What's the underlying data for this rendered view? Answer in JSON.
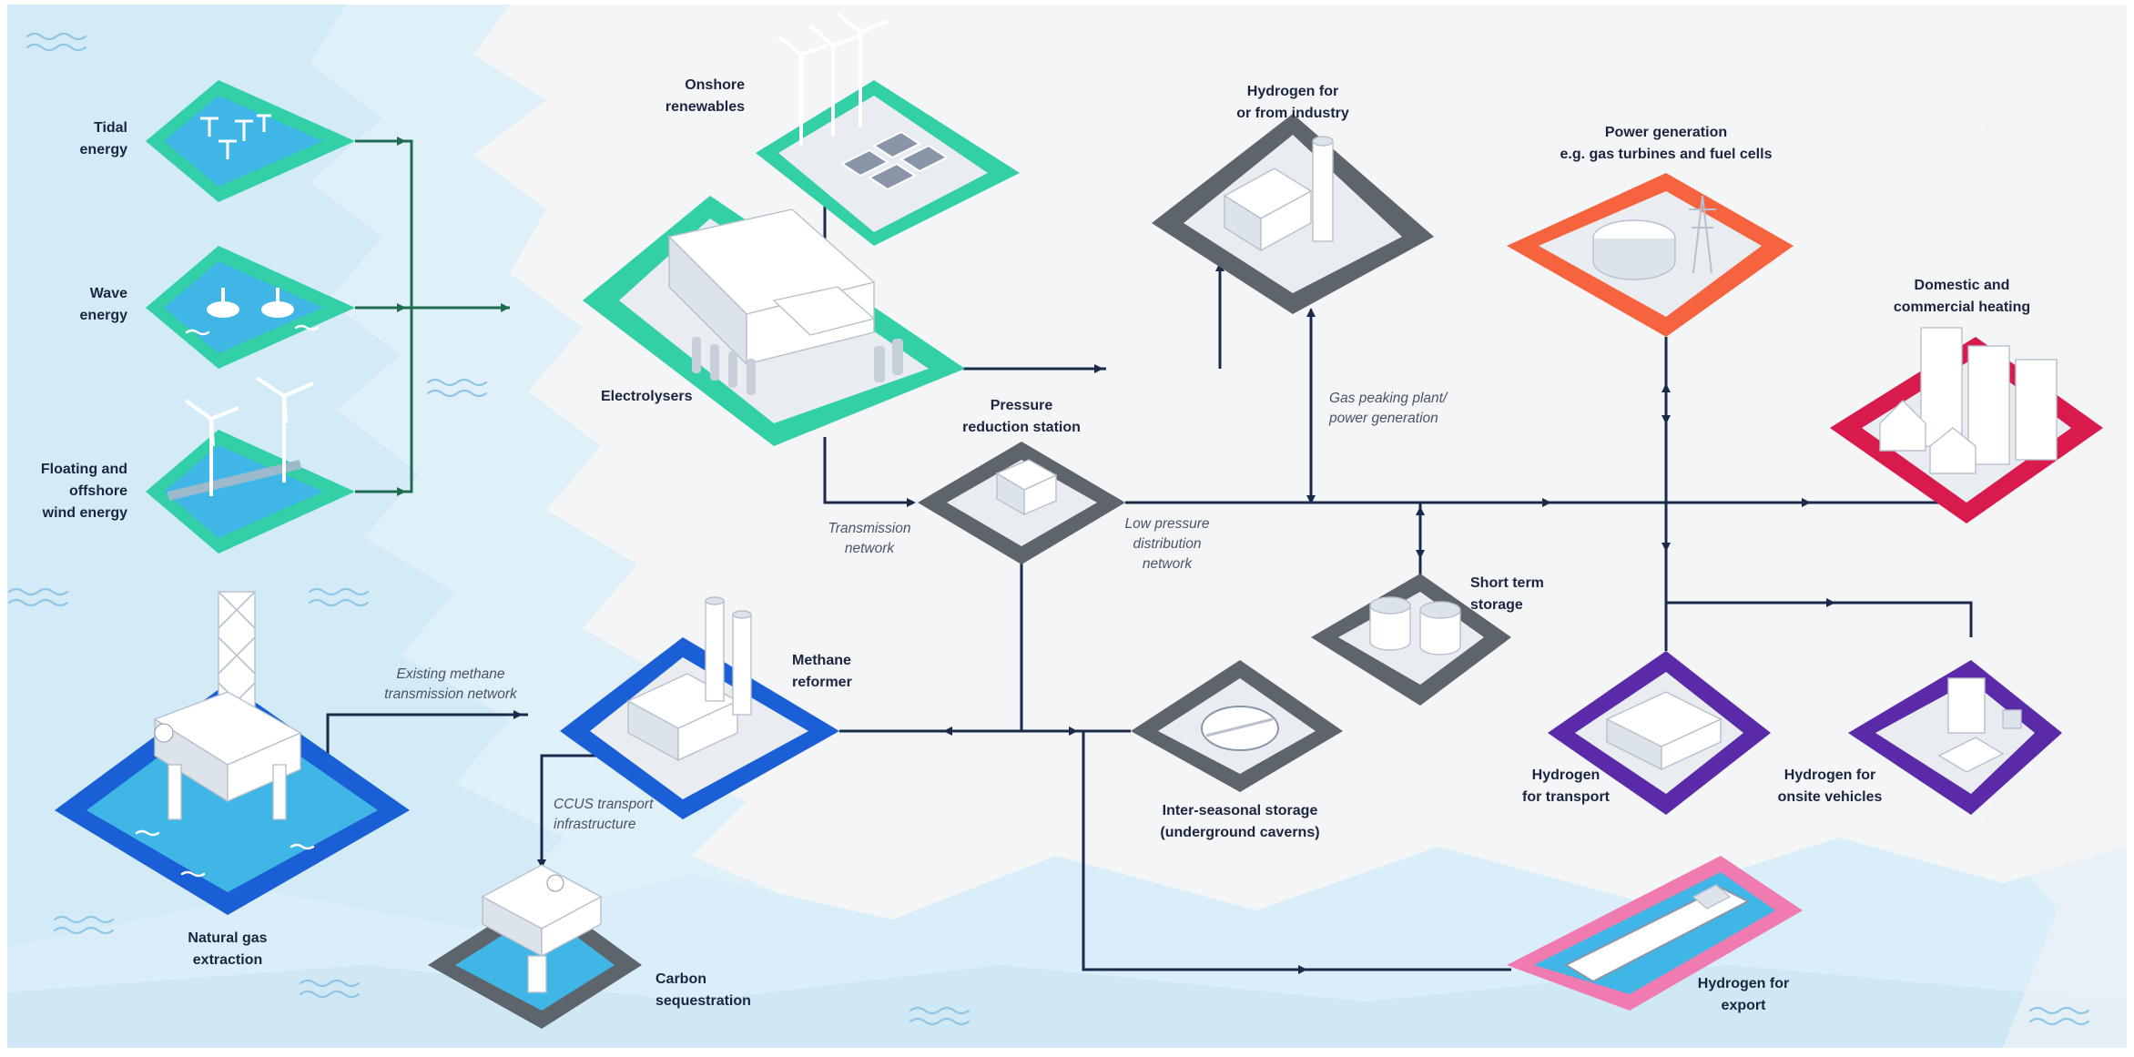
{
  "nodes": {
    "tidal": [
      "Tidal",
      "energy"
    ],
    "wave": [
      "Wave",
      "energy"
    ],
    "wind": [
      "Floating and",
      "offshore",
      "wind energy"
    ],
    "onshore": [
      "Onshore",
      "renewables"
    ],
    "electrolysers": [
      "Electrolysers"
    ],
    "industry": [
      "Hydrogen for",
      "or from industry"
    ],
    "power": [
      "Power generation",
      "e.g. gas turbines and fuel cells"
    ],
    "domestic": [
      "Domestic and",
      "commercial heating"
    ],
    "pressure": [
      "Pressure",
      "reduction station"
    ],
    "short_storage": [
      "Short term",
      "storage"
    ],
    "natural_gas": [
      "Natural gas",
      "extraction"
    ],
    "methane": [
      "Methane",
      "reformer"
    ],
    "interseasonal": [
      "Inter-seasonal storage",
      "(underground caverns)"
    ],
    "carbon": [
      "Carbon",
      "sequestration"
    ],
    "transport": [
      "Hydrogen",
      "for transport"
    ],
    "onsite": [
      "Hydrogen for",
      "onsite vehicles"
    ],
    "export": [
      "Hydrogen for",
      "export"
    ]
  },
  "annotations": {
    "gas_peaking": [
      "Gas peaking plant/",
      "power generation"
    ],
    "transmission": [
      "Transmission",
      "network"
    ],
    "low_pressure": [
      "Low pressure",
      "distribution",
      "network"
    ],
    "existing_methane": [
      "Existing methane",
      "transmission network"
    ],
    "ccus": [
      "CCUS transport",
      "infrastructure"
    ]
  },
  "colors": {
    "teal": "#33cfa6",
    "blue": "#1a5fd6",
    "grey": "#5e646b",
    "orange": "#f6643f",
    "red": "#d91a4d",
    "purple": "#5a2aa8",
    "pink": "#ef7bb0",
    "line": "#1b2a4a",
    "water": "#d9eef8"
  },
  "icons": [
    "tidal-turbine-icon",
    "wave-energy-icon",
    "wind-turbine-icon",
    "solar-panel-icon",
    "electrolyser-plant-icon",
    "factory-icon",
    "power-station-icon",
    "apartment-buildings-icon",
    "pressure-station-icon",
    "storage-tank-icon",
    "oil-rig-icon",
    "methane-reformer-icon",
    "cavern-icon",
    "sequestration-platform-icon",
    "truck-depot-icon",
    "forklift-icon",
    "ship-icon"
  ]
}
